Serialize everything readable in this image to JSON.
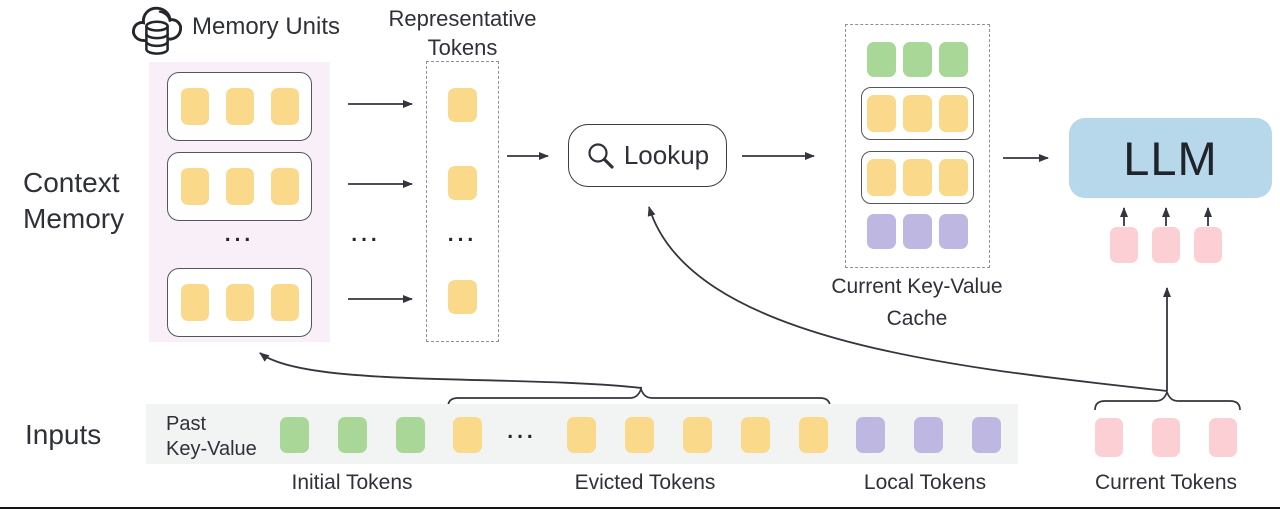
{
  "colors": {
    "yellow": "#FBD98B",
    "green": "#A9D797",
    "purple": "#BDB7E2",
    "pink": "#FBCFD4",
    "llm_blue": "#B6D8EA",
    "memory_panel_bg": "#F9EFF8",
    "strip_bg": "#F1F4F3",
    "line": "#33363D"
  },
  "ellipsis": "...",
  "context_memory": {
    "line1": "Context",
    "line2": "Memory"
  },
  "inputs": {
    "label": "Inputs"
  },
  "memory_units": {
    "title": "Memory Units",
    "units": [
      [
        "yellow",
        "yellow",
        "yellow"
      ],
      [
        "yellow",
        "yellow",
        "yellow"
      ],
      [
        "yellow",
        "yellow",
        "yellow"
      ]
    ]
  },
  "representative": {
    "title_line1": "Representative",
    "title_line2": "Tokens",
    "tokens": [
      [
        "yellow"
      ],
      [
        "yellow"
      ],
      [
        "yellow"
      ]
    ]
  },
  "lookup": {
    "label": "Lookup"
  },
  "kv_cache": {
    "label_line1": "Current Key-Value",
    "label_line2": "Cache",
    "row_green": [
      "green",
      "green",
      "green"
    ],
    "row_yellow1": [
      "yellow",
      "yellow",
      "yellow"
    ],
    "row_yellow2": [
      "yellow",
      "yellow",
      "yellow"
    ],
    "row_purple": [
      "purple",
      "purple",
      "purple"
    ]
  },
  "llm": {
    "label": "LLM",
    "input_tokens": [
      "pink",
      "pink",
      "pink"
    ]
  },
  "past_kv": {
    "label_line1": "Past",
    "label_line2": "Key-Value",
    "initial": {
      "label": "Initial Tokens",
      "tokens": [
        "green",
        "green",
        "green"
      ]
    },
    "evicted": {
      "label": "Evicted Tokens",
      "tokens_head": [
        "yellow"
      ],
      "tokens_tail": [
        "yellow",
        "yellow",
        "yellow",
        "yellow",
        "yellow"
      ]
    },
    "local": {
      "label": "Local Tokens",
      "tokens": [
        "purple",
        "purple",
        "purple"
      ]
    },
    "current": {
      "label": "Current Tokens",
      "tokens": [
        "pink",
        "pink",
        "pink"
      ]
    }
  }
}
